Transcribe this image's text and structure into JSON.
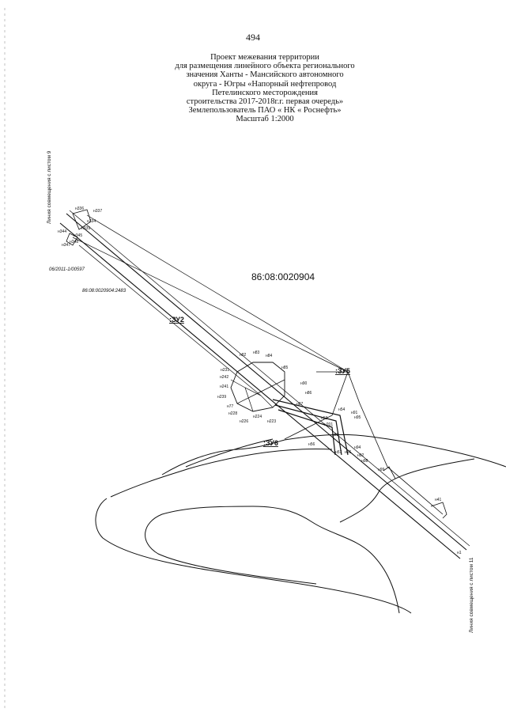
{
  "page_number": "494",
  "title_lines": [
    "Проект межевания территории",
    "для размещения линейного объекта регионального",
    "значения Ханты - Мансийского автономного",
    "округа - Югры «Напорный нефтепровод",
    "Петелинского месторождения",
    "строительства 2017-2018г.г. первая очередь»",
    "Землепользователь ПАО « НК « Роснефть»",
    "Масштаб 1:2000"
  ],
  "left_note": "Линия совмещения с листом 9",
  "right_note": "Линия совмещения с листом 11",
  "cadastral_block": "86:08:0020904",
  "parcel_1": "86:08:0020904:2483",
  "parcel_2": "06/2011-1/00597",
  "zones": {
    "zu2": ":ЗУ2",
    "zu5": ":ЗУ5",
    "zu6": ":ЗУ6"
  },
  "points": {
    "n336": "н336",
    "n337": "н337",
    "n334": "н334",
    "n339": "н339",
    "n344": "н344",
    "n345": "н345",
    "n348": "н348",
    "n347": "н347",
    "n82": "н82",
    "n83": "н83",
    "n84": "н84",
    "n85": "н85",
    "n231": "н231",
    "n242": "н242",
    "n241": "н241",
    "n239": "н239",
    "n77": "н77",
    "n228": "н228",
    "n226": "н226",
    "n223": "н223",
    "n224": "н224",
    "n90": "н90",
    "n91": "н91",
    "n92": "н92",
    "n94": "н94",
    "n95": "н95",
    "n96": "н96",
    "n98": "н98",
    "n99": "н99",
    "n56": "н56",
    "n57": "н57",
    "n201": "н201",
    "n54": "н54",
    "n53": "н53",
    "n58": "н58",
    "n86": "н86",
    "n87": "н87",
    "n41": "н41",
    "n1": "н1"
  }
}
